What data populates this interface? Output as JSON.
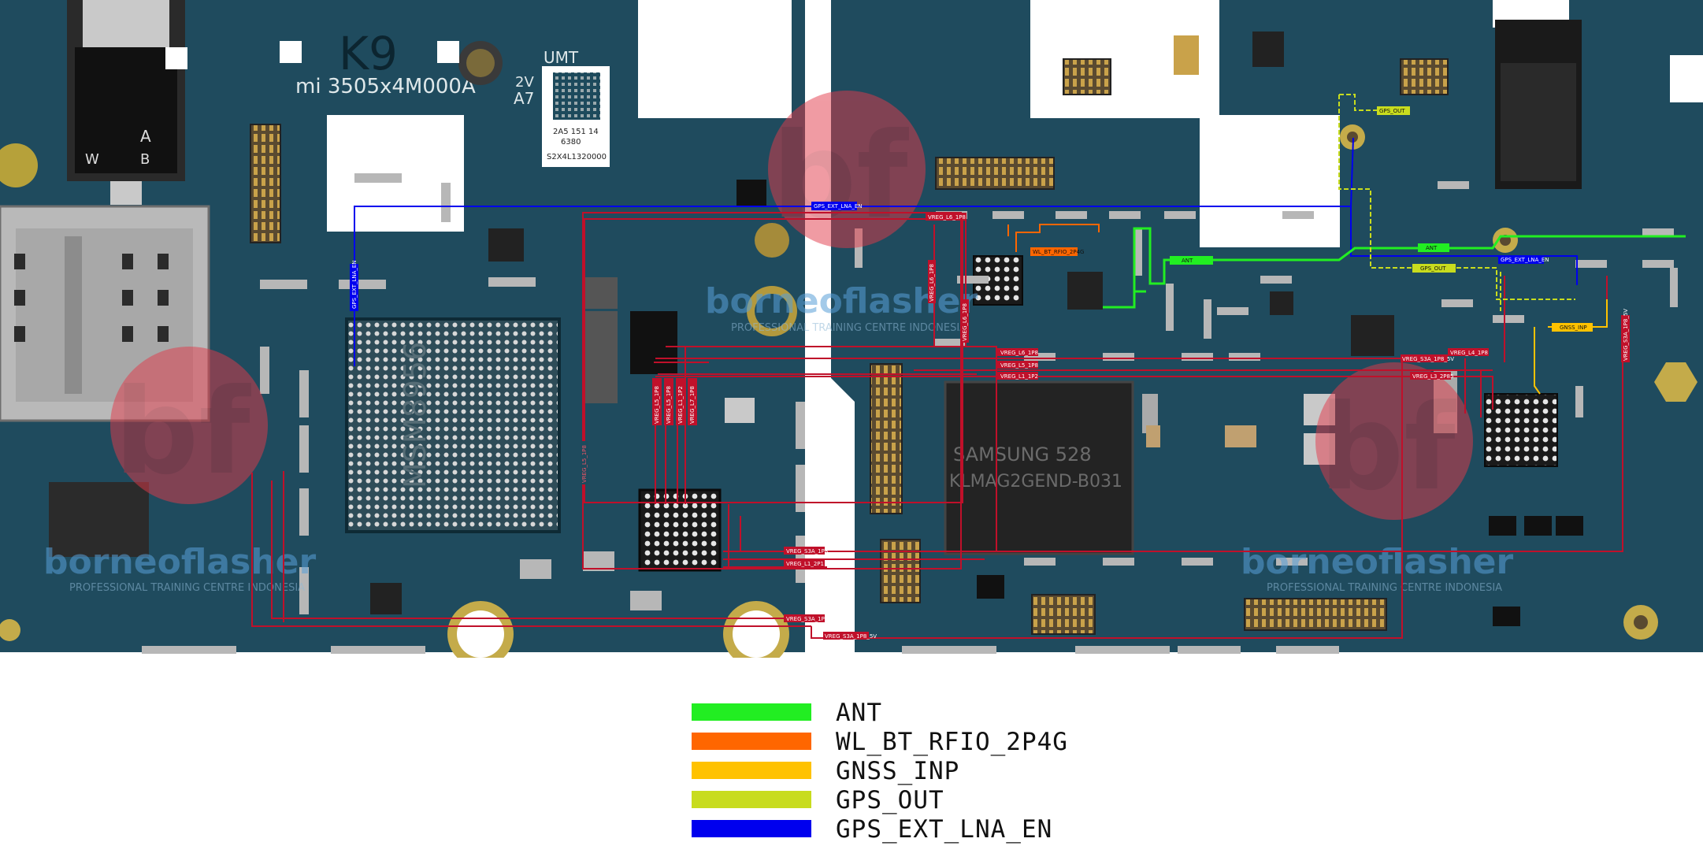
{
  "board": {
    "silkscreen_model": "K9",
    "silkscreen_part": "mi 3505x4M000A",
    "silkscreen_small": "A7",
    "silkscreen_umt": "UMT",
    "silkscreen_2v": "2V",
    "qr_text_1": "2A5 151 14",
    "qr_text_2": "6380",
    "qr_text_3": "S2X4L1320000",
    "jack_label_a": "A",
    "jack_label_b": "B",
    "jack_label_w": "W",
    "chip_text_1": "SAMSUNG 528",
    "chip_text_2": "KLMAG2GEND-B031",
    "cpu_text": "MSM8956"
  },
  "watermark": {
    "brand": "borneoflasher",
    "tagline": "PROFESSIONAL TRAINING CENTRE INDONESIA",
    "logo": "bf"
  },
  "net_labels": {
    "gps_out_top": "GPS_OUT",
    "gps_out_mid": "GPS_OUT",
    "ant_left": "ANT",
    "ant_right": "ANT",
    "gps_ext_lna_en_top": "GPS_EXT_LNA_EN",
    "gps_ext_lna_en_right": "GPS_EXT_LNA_EN",
    "gps_ext_lna_en_vert": "GPS_EXT_LNA_EN",
    "wl_bt_rfio": "WL_BT_RFIO_2P4G",
    "gnss_inp": "GNSS_INP",
    "vreg_l6_1p8": "VREG_L6_1P8",
    "vreg_l6_1p8_b": "VREG_L6_1P8",
    "vreg_l6_1p8_c": "VREG_L6_1P8",
    "vreg_l5_1p8": "VREG_L5_1P8",
    "vreg_l5_1p8_b": "VREG_L5_1P8",
    "vreg_l5_1p8_c": "VREG_L5_1P8",
    "vreg_l1_1p2": "VREG_L1_1P2",
    "vreg_l1_1p2_b": "VREG_L1_1P2",
    "vreg_l7_1p8": "VREG_L7_1P8",
    "vreg_s3a_1p8": "VREG_S3A_1P8",
    "vreg_s3a_1p8_b": "VREG_S3A_1P8",
    "vreg_s3a_1p8_5v": "VREG_S3A_1P8_5V",
    "vreg_s3a_1p8_5v_b": "VREG_S3A_1P8_5V",
    "vreg_l3_2p85": "VREG_L3_2P85",
    "vreg_l1_2p1": "VREG_L1_2P1",
    "vreg_l5_1p8_vert": "VREG_L5_1P8",
    "vreg_l4_1p8": "VREG_L4_1P8",
    "vreg_l6_side": "VREG_L6_1P8",
    "vreg_s3a_vert": "VREG_S3A_1P8_5V"
  },
  "colors": {
    "ant": "#22ee22",
    "wl_bt": "#ff6600",
    "gnss": "#ffc200",
    "gps_out": "#c8dc1e",
    "gps_ext": "#0000ee",
    "power": "#c0102a",
    "pcb": "#1d4a5c",
    "pcb_dark": "#143846"
  },
  "legend": [
    {
      "name": "ANT",
      "color": "#22ee22"
    },
    {
      "name": "WL_BT_RFIO_2P4G",
      "color": "#ff6600"
    },
    {
      "name": "GNSS_INP",
      "color": "#ffc200"
    },
    {
      "name": "GPS_OUT",
      "color": "#c8dc1e"
    },
    {
      "name": "GPS_EXT_LNA_EN",
      "color": "#0000ee"
    }
  ]
}
